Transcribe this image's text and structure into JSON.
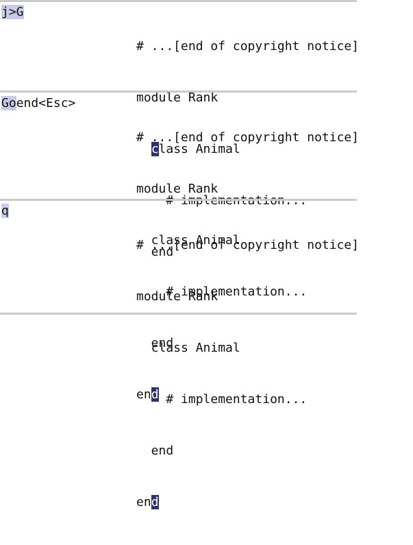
{
  "steps": [
    {
      "keys_highlight": "j>G",
      "keys_rest": "",
      "code": {
        "l1": "# ...[end of copyright notice]",
        "l2": "module Rank",
        "l3_indent": "  ",
        "l3_cursor": "c",
        "l3_after": "lass Animal",
        "l4": "    # implementation...",
        "l5": "  end"
      }
    },
    {
      "keys_highlight": "Go",
      "keys_rest": "end<Esc>",
      "code": {
        "l1": "# ...[end of copyright notice]",
        "l2": "module Rank",
        "l3": "  class Animal",
        "l4": "    # implementation...",
        "l5": "  end",
        "l6_before": "en",
        "l6_cursor": "d"
      }
    },
    {
      "keys_highlight": "q",
      "keys_rest": "",
      "code": {
        "l1": "# ...[end of copyright notice]",
        "l2": "module Rank",
        "l3": "  class Animal",
        "l4": "    # implementation...",
        "l5": "  end",
        "l6_before": "en",
        "l6_cursor": "d"
      }
    }
  ]
}
